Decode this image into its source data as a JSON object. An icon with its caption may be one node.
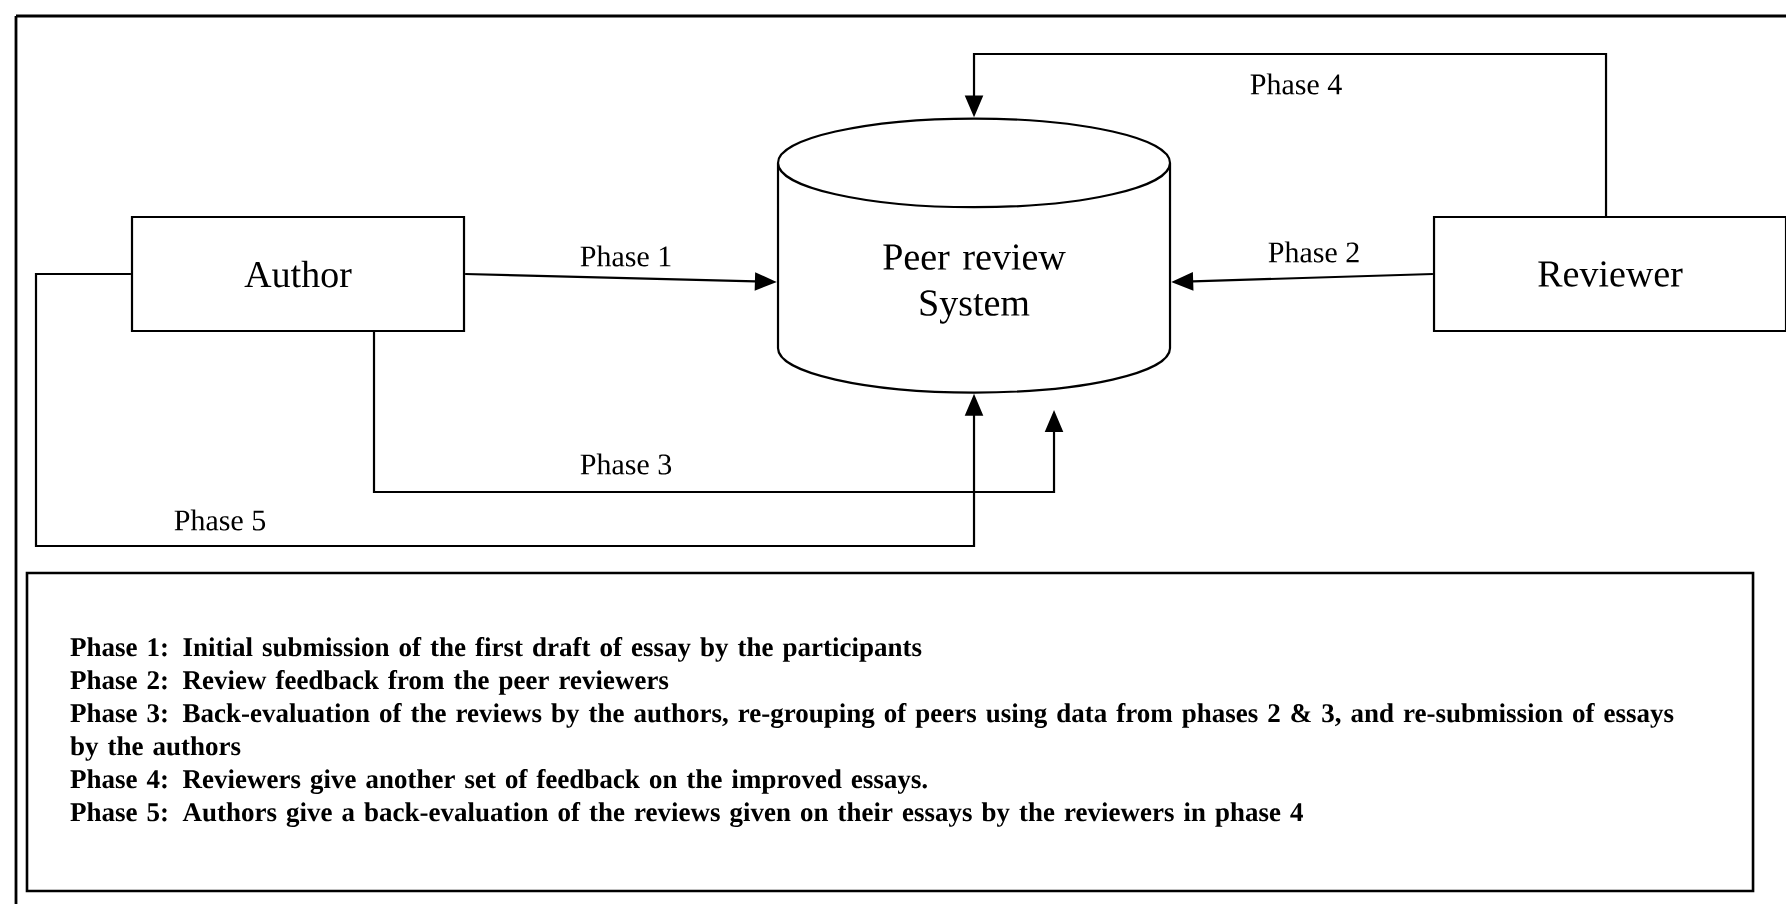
{
  "diagram": {
    "nodes": [
      {
        "text": [
          "Author"
        ]
      },
      {
        "text": [
          "Peer review System"
        ]
      },
      {
        "text": [
          "Reviewer"
        ]
      },
      {
        "text": [
          "Phase 1: Initial submission of the first draft of essay by the participants",
          "Phase 2:  Review feedback from the peer reviewers",
          "Phase 3: Back-evaluation of the reviews by the authors, re-grouping of peers using data from phases 2 & 3, and re-submission of essays by the authors",
          "Phase 4: Reviewers give another set of feedback on the improved essays.",
          "Phase 5: Authors give a back-evaluation of the reviews given on their essays by the reviewers in phase 4"
        ]
      }
    ],
    "edges": [
      {
        "from": 0,
        "to": 1,
        "label": "Phase 1",
        "arrow": "to"
      },
      {
        "from": 2,
        "to": 1,
        "label": "Phase 2",
        "arrow": "to"
      },
      {
        "from": 2,
        "to": 1,
        "label": "Phase 4",
        "arrow": "to"
      },
      {
        "from": 0,
        "to": 1,
        "label": "Phase 3",
        "arrow": "to"
      },
      {
        "from": 0,
        "to": 1,
        "label": "Phase 5",
        "arrow": "to"
      }
    ]
  }
}
